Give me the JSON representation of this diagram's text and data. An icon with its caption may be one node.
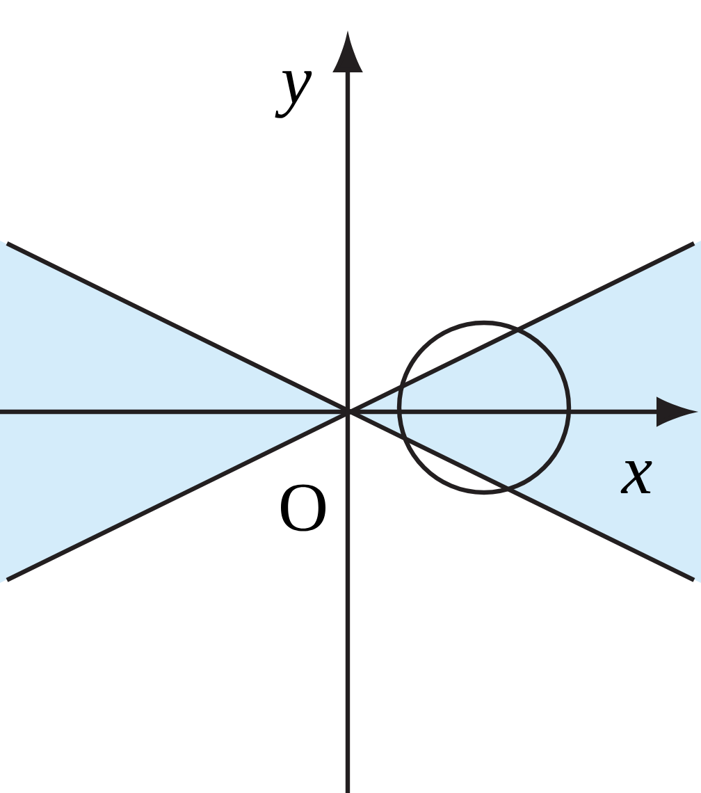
{
  "diagram": {
    "labels": [
      "y",
      "O",
      "x"
    ]
  }
}
